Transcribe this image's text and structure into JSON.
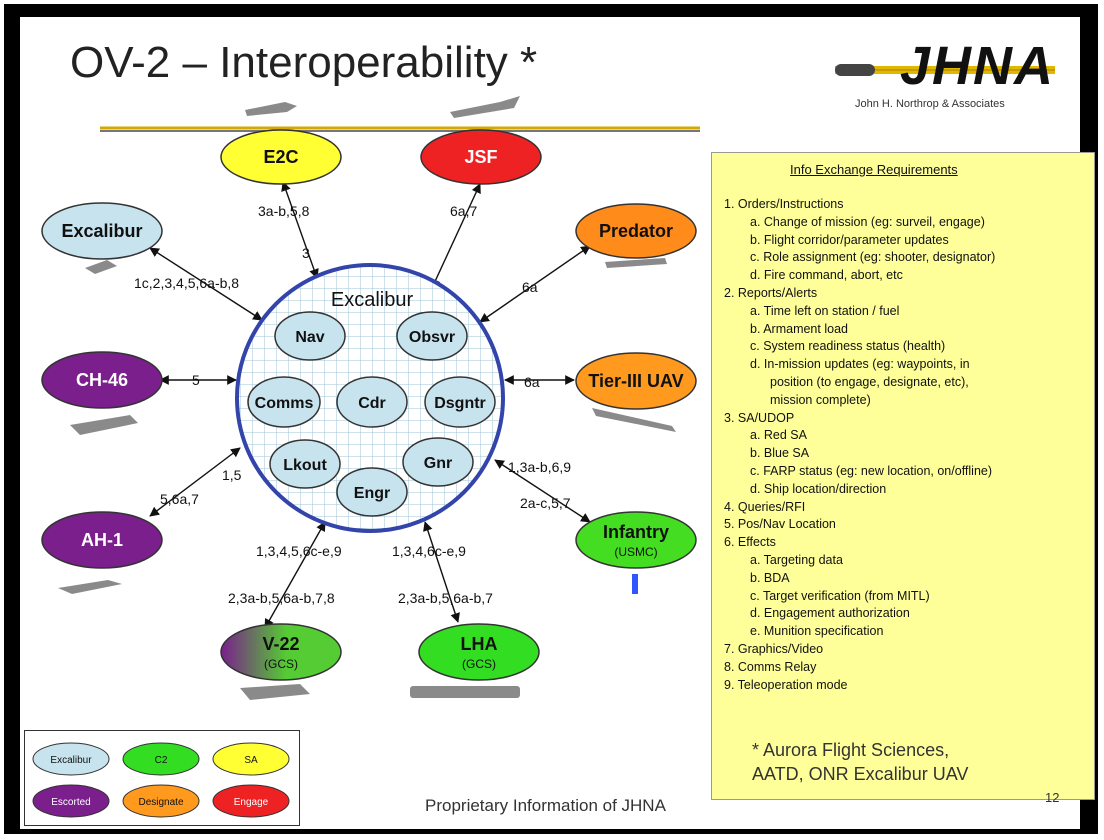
{
  "title": "OV-2 – Interoperability *",
  "logo": {
    "text": "JHNA",
    "subtitle": "John H. Northrop & Associates"
  },
  "center": {
    "title": "Excalibur",
    "roles": [
      "Nav",
      "Obsvr",
      "Comms",
      "Cdr",
      "Dsgntr",
      "Lkout",
      "Gnr",
      "Engr"
    ]
  },
  "nodes": [
    {
      "id": "e2c",
      "label": "E2C",
      "sublabel": "",
      "color": "#ffff33"
    },
    {
      "id": "jsf",
      "label": "JSF",
      "sublabel": "",
      "color": "#ee2222"
    },
    {
      "id": "excalibur",
      "label": "Excalibur",
      "sublabel": "",
      "color": "#c7e3ee"
    },
    {
      "id": "predator",
      "label": "Predator",
      "sublabel": "",
      "color": "#ff8c1a"
    },
    {
      "id": "ch46",
      "label": "CH-46",
      "sublabel": "",
      "color": "#7a1f8c"
    },
    {
      "id": "tier3",
      "label": "Tier-III UAV",
      "sublabel": "",
      "color": "#ff9a1f"
    },
    {
      "id": "ah1",
      "label": "AH-1",
      "sublabel": "",
      "color": "#7a1f8c"
    },
    {
      "id": "infantry",
      "label": "Infantry",
      "sublabel": "(USMC)",
      "color": "#44dd22"
    },
    {
      "id": "v22",
      "label": "V-22",
      "sublabel": "(GCS)",
      "color": "#55cc33"
    },
    {
      "id": "lha",
      "label": "LHA",
      "sublabel": "(GCS)",
      "color": "#33dd22"
    }
  ],
  "edges": [
    {
      "id": "e2c",
      "labels": [
        "3a-b,5,8",
        "3"
      ]
    },
    {
      "id": "jsf",
      "labels": [
        "6a,7"
      ]
    },
    {
      "id": "excalibur",
      "labels": [
        "1c,2,3,4,5,6a-b,8"
      ]
    },
    {
      "id": "predator",
      "labels": [
        "6a"
      ]
    },
    {
      "id": "ch46",
      "labels": [
        "5"
      ]
    },
    {
      "id": "tier3",
      "labels": [
        "6a"
      ]
    },
    {
      "id": "ah1",
      "labels": [
        "1,5",
        "5,6a,7"
      ]
    },
    {
      "id": "infantry",
      "labels": [
        "1,3a-b,6,9",
        "2a-c,5,7"
      ]
    },
    {
      "id": "v22",
      "labels": [
        "1,3,4,5,6c-e,9",
        "2,3a-b,5,6a-b,7,8"
      ]
    },
    {
      "id": "lha",
      "labels": [
        "1,3,4,6c-e,9",
        "2,3a-b,5,6a-b,7"
      ]
    }
  ],
  "ier": {
    "title": "Info Exchange Requirements",
    "items": [
      {
        "level": "main",
        "text": "1.  Orders/Instructions"
      },
      {
        "level": "sub",
        "text": "a.  Change of mission (eg: surveil, engage)"
      },
      {
        "level": "sub",
        "text": "b.  Flight corridor/parameter updates"
      },
      {
        "level": "sub",
        "text": "c.  Role assignment (eg: shooter, designator)"
      },
      {
        "level": "sub",
        "text": "d.  Fire command, abort, etc"
      },
      {
        "level": "main",
        "text": "2.  Reports/Alerts"
      },
      {
        "level": "sub",
        "text": "a.  Time left on station / fuel"
      },
      {
        "level": "sub",
        "text": "b.  Armament load"
      },
      {
        "level": "sub",
        "text": "c.  System readiness status (health)"
      },
      {
        "level": "sub",
        "text": "d.  In-mission updates (eg: waypoints, in"
      },
      {
        "level": "sub2",
        "text": "position (to engage, designate, etc),"
      },
      {
        "level": "sub2",
        "text": "mission complete)"
      },
      {
        "level": "main",
        "text": "3.  SA/UDOP"
      },
      {
        "level": "sub",
        "text": "a.  Red SA"
      },
      {
        "level": "sub",
        "text": "b.  Blue SA"
      },
      {
        "level": "sub",
        "text": "c.  FARP status (eg: new location, on/offline)"
      },
      {
        "level": "sub",
        "text": "d.  Ship location/direction"
      },
      {
        "level": "main",
        "text": "4.  Queries/RFI"
      },
      {
        "level": "main",
        "text": "5.  Pos/Nav Location"
      },
      {
        "level": "main",
        "text": "6.  Effects"
      },
      {
        "level": "sub",
        "text": "a.  Targeting data"
      },
      {
        "level": "sub",
        "text": "b.  BDA"
      },
      {
        "level": "sub",
        "text": "c.  Target verification (from MITL)"
      },
      {
        "level": "sub",
        "text": "d.  Engagement authorization"
      },
      {
        "level": "sub",
        "text": "e.  Munition specification"
      },
      {
        "level": "main",
        "text": "7.  Graphics/Video"
      },
      {
        "level": "main",
        "text": "8.  Comms Relay"
      },
      {
        "level": "main",
        "text": "9.  Teleoperation mode"
      }
    ],
    "footnote_line1": "* Aurora Flight Sciences,",
    "footnote_line2": "AATD, ONR Excalibur UAV",
    "page_number": "12"
  },
  "legend": [
    {
      "label": "Excalibur",
      "color": "#c7e3ee",
      "text_color": "#111"
    },
    {
      "label": "C2",
      "color": "#33dd22",
      "text_color": "#111"
    },
    {
      "label": "SA",
      "color": "#ffff33",
      "text_color": "#111"
    },
    {
      "label": "Escorted",
      "color": "#7a1f8c",
      "text_color": "#ffffff"
    },
    {
      "label": "Designate",
      "color": "#ff9a1f",
      "text_color": "#111"
    },
    {
      "label": "Engage",
      "color": "#ee2222",
      "text_color": "#ffffff"
    }
  ],
  "footer": "Proprietary Information of JHNA"
}
